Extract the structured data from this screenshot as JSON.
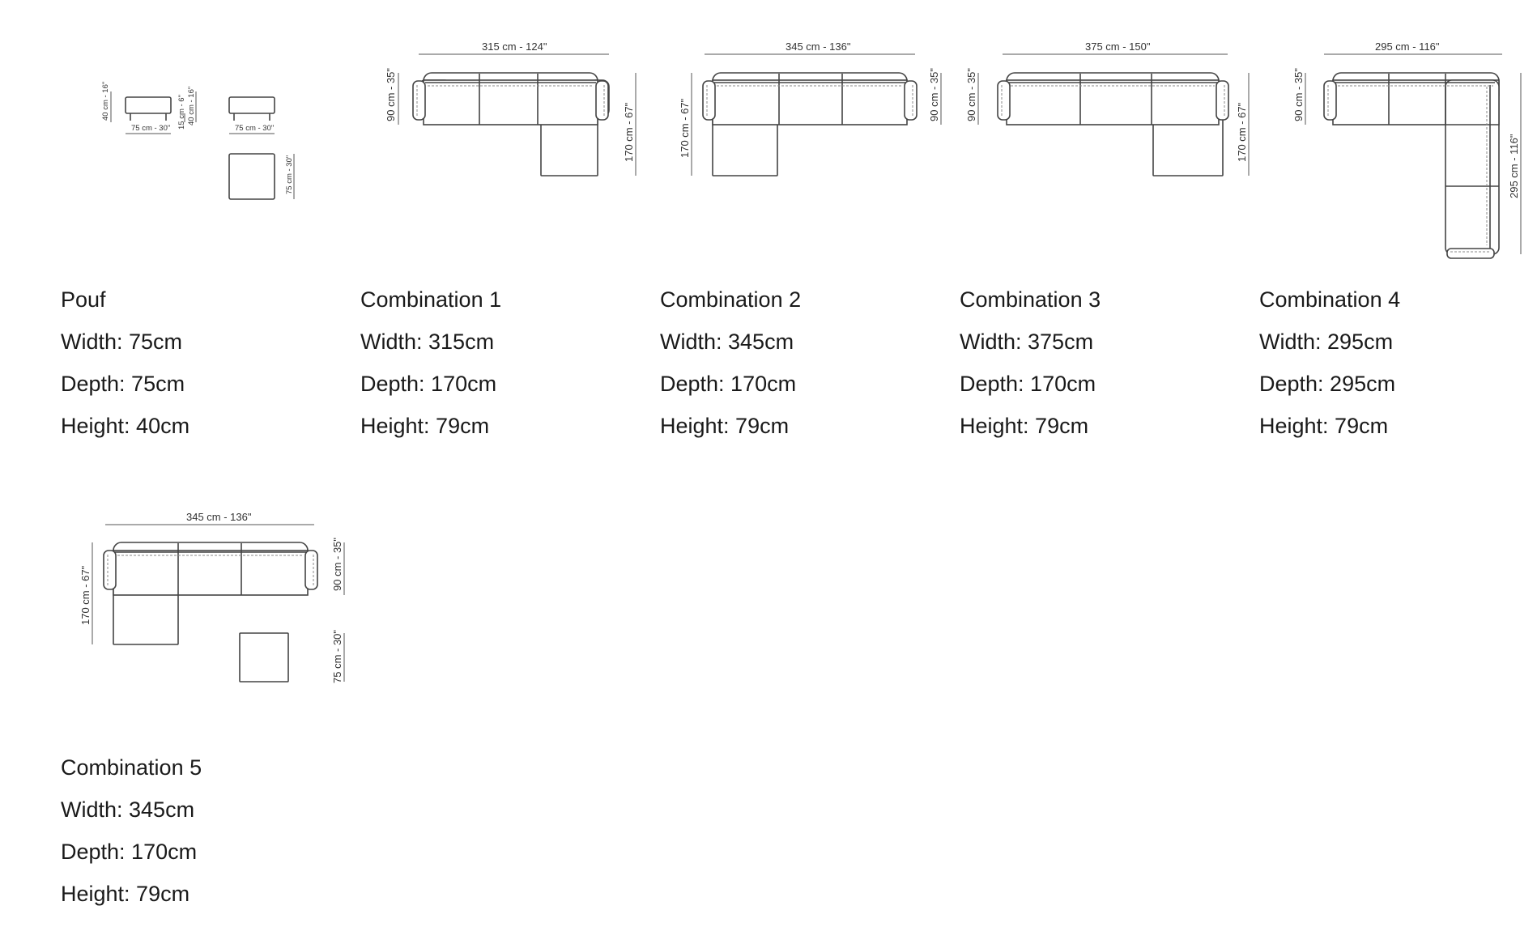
{
  "products": [
    {
      "name": "Pouf",
      "width": "Width: 75cm",
      "depth": "Depth: 75cm",
      "height": "Height: 40cm",
      "drawing_labels": [
        "40 cm - 16\"",
        "75 cm - 30\"",
        "15 cm - 6\"",
        "40 cm - 16\"",
        "75 cm - 30\"",
        "75 cm - 30\""
      ]
    },
    {
      "name": "Combination 1",
      "width": "Width: 315cm",
      "depth": "Depth: 170cm",
      "height": "Height: 79cm",
      "drawing_labels": [
        "315 cm - 124\"",
        "90 cm - 35\"",
        "170 cm - 67\""
      ]
    },
    {
      "name": "Combination 2",
      "width": "Width: 345cm",
      "depth": "Depth: 170cm",
      "height": "Height: 79cm",
      "drawing_labels": [
        "345 cm - 136\"",
        "170 cm - 67\"",
        "90 cm - 35\""
      ]
    },
    {
      "name": "Combination 3",
      "width": "Width: 375cm",
      "depth": "Depth: 170cm",
      "height": "Height: 79cm",
      "drawing_labels": [
        "375 cm - 150\"",
        "90 cm - 35\"",
        "170 cm - 67\""
      ]
    },
    {
      "name": "Combination 4",
      "width": "Width: 295cm",
      "depth": "Depth: 295cm",
      "height": "Height: 79cm",
      "drawing_labels": [
        "295 cm - 116\"",
        "90 cm - 35\"",
        "295 cm - 116\""
      ]
    },
    {
      "name": "Combination 5",
      "width": "Width: 345cm",
      "depth": "Depth: 170cm",
      "height": "Height: 79cm",
      "drawing_labels": [
        "345 cm - 136\"",
        "170 cm - 67\"",
        "90 cm - 35\"",
        "75 cm - 30\""
      ]
    }
  ]
}
